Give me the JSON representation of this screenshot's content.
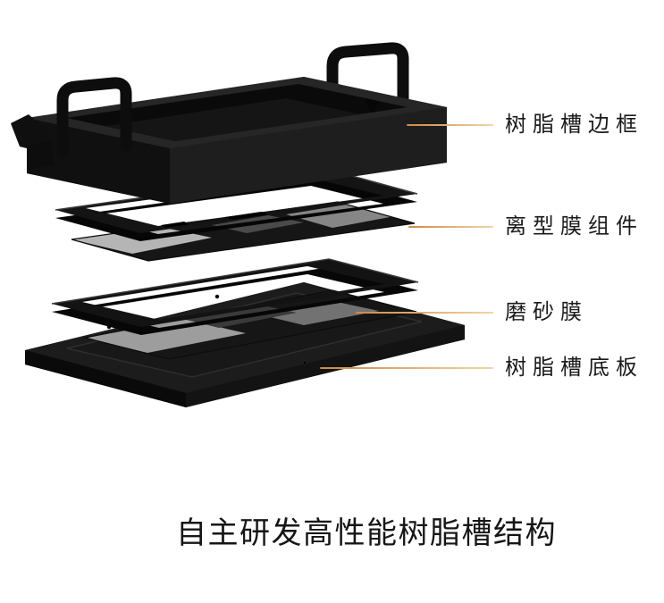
{
  "page": {
    "background_color": "#ffffff",
    "text_color": "#1b1b1b"
  },
  "diagram": {
    "type": "exploded-view-product-diagram",
    "subject": "resin-vat-structure",
    "accent_color": "#cf8a42",
    "accent_color_light": "#eed6ab",
    "caption": "自主研发高性能树脂槽结构",
    "annotations": [
      {
        "label": "树脂槽边框"
      },
      {
        "label": "离型膜组件"
      },
      {
        "label": "磨砂膜"
      },
      {
        "label": "树脂槽底板"
      }
    ]
  }
}
